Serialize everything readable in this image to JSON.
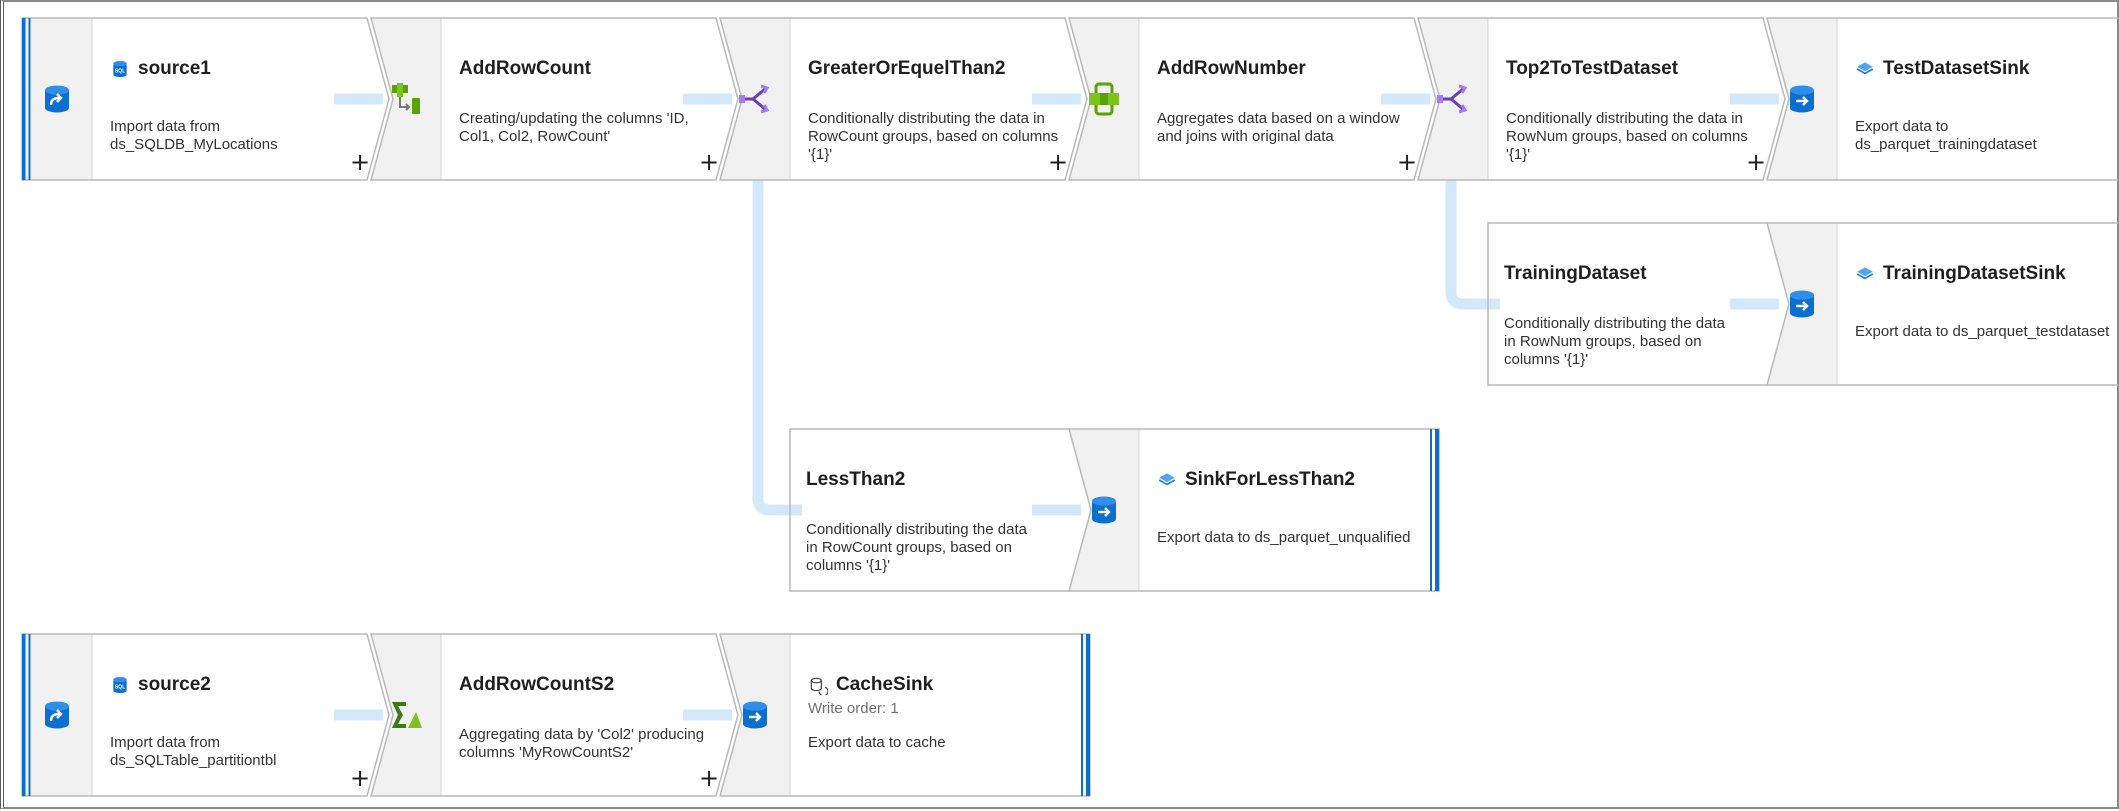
{
  "colors": {
    "accent": "#0a6fd0",
    "connector": "#d3e9fb",
    "node_border": "#b9b9b9",
    "icon_panel": "#f1f1f1"
  },
  "nodes": [
    {
      "id": "source1",
      "type": "source",
      "title": "source1",
      "title_icon": "sql-database-icon",
      "main_icon": "source-database-icon",
      "description": "Import data from ds_SQLDB_MyLocations"
    },
    {
      "id": "addrowcount",
      "type": "transform",
      "title": "AddRowCount",
      "main_icon": "derived-column-icon",
      "description": "Creating/updating the columns 'ID, Col1, Col2, RowCount'"
    },
    {
      "id": "greaterorequelthan2",
      "type": "transform",
      "title": "GreaterOrEquelThan2",
      "main_icon": "conditional-split-icon",
      "description": "Conditionally distributing the data in RowCount groups, based on columns '{1}'"
    },
    {
      "id": "addrownumber",
      "type": "transform",
      "title": "AddRowNumber",
      "main_icon": "window-icon",
      "description": "Aggregates data based on a window and joins with original data"
    },
    {
      "id": "top2totestdataset",
      "type": "transform",
      "title": "Top2ToTestDataset",
      "main_icon": "conditional-split-icon",
      "description": "Conditionally distributing the data in RowNum groups, based on columns '{1}'"
    },
    {
      "id": "testdatasetsink",
      "type": "sink",
      "title": "TestDatasetSink",
      "title_icon": "parquet-icon",
      "main_icon": "sink-database-icon",
      "description": "Export data to ds_parquet_trainingdataset"
    },
    {
      "id": "trainingdataset",
      "type": "branch",
      "title": "TrainingDataset",
      "description": "Conditionally distributing the data in RowNum groups, based on columns '{1}'"
    },
    {
      "id": "trainingdatasetsink",
      "type": "sink",
      "title": "TrainingDatasetSink",
      "title_icon": "parquet-icon",
      "main_icon": "sink-database-icon",
      "description": "Export data to ds_parquet_testdataset"
    },
    {
      "id": "lessthan2",
      "type": "branch",
      "title": "LessThan2",
      "description": "Conditionally distributing the data in RowCount groups, based on columns '{1}'"
    },
    {
      "id": "sinkforlessthan2",
      "type": "sink",
      "title": "SinkForLessThan2",
      "title_icon": "parquet-icon",
      "main_icon": "sink-database-icon",
      "description": "Export data to ds_parquet_unqualified"
    },
    {
      "id": "source2",
      "type": "source",
      "title": "source2",
      "title_icon": "sql-database-icon",
      "main_icon": "source-database-icon",
      "description": "Import data from ds_SQLTable_partitiontbl"
    },
    {
      "id": "addrowcounts2",
      "type": "transform",
      "title": "AddRowCountS2",
      "main_icon": "aggregate-icon",
      "description": "Aggregating data by 'Col2' producing columns 'MyRowCountS2'"
    },
    {
      "id": "cachesink",
      "type": "sink",
      "title": "CacheSink",
      "title_icon": "cache-icon",
      "main_icon": "sink-database-icon",
      "subtitle": "Write order: 1",
      "description": "Export data to cache"
    }
  ],
  "add_button_label": "+"
}
